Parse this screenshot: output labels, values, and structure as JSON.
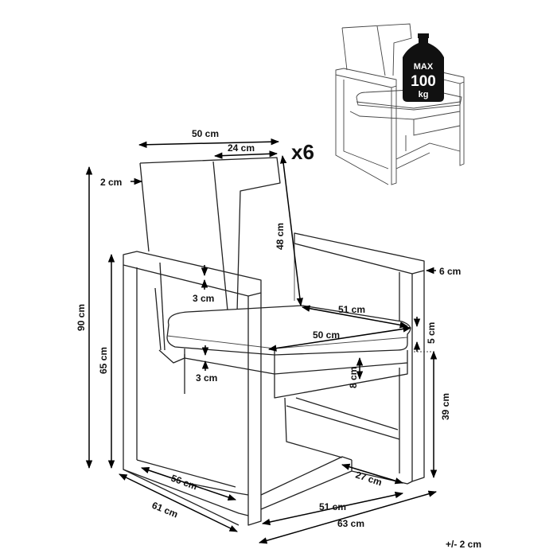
{
  "multiplier": "x6",
  "tolerance": "+/- 2 cm",
  "load_badge": {
    "line1": "MAX",
    "line2": "100",
    "line3": "kg"
  },
  "dims": {
    "seat_width_top": "50 cm",
    "backrest_width": "24 cm",
    "frame_thickness": "2 cm",
    "backrest_height": "48 cm",
    "armrest_depth": "6 cm",
    "armrest_gap": "3 cm",
    "seat_depth": "51 cm",
    "cushion_width": "50 cm",
    "cushion_thickness": "5 cm",
    "seat_gap": "3 cm",
    "seat_rail": "8 cm",
    "total_height": "90 cm",
    "armrest_height": "65 cm",
    "seat_height": "39 cm",
    "inner_depth": "56 cm",
    "inner_width": "27 cm",
    "outer_depth": "61 cm",
    "base_width": "51 cm",
    "outer_width": "63 cm"
  }
}
